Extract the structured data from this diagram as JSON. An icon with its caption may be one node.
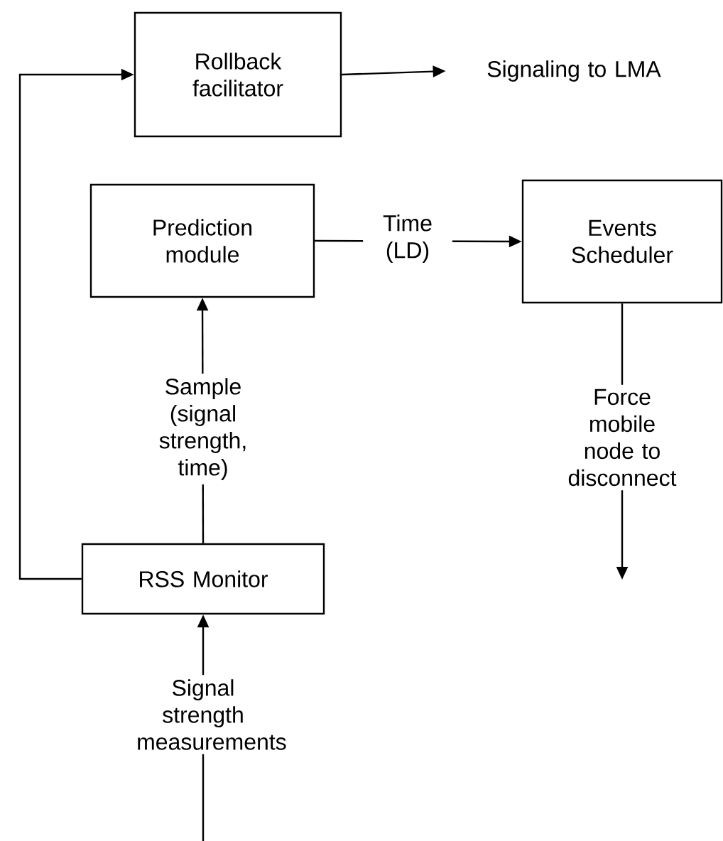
{
  "diagram": {
    "nodes": [
      {
        "text": [
          "Rollback facilitator"
        ]
      },
      {
        "text": [
          "Signaling to LMA"
        ]
      },
      {
        "text": [
          "Prediction module"
        ]
      },
      {
        "text": [
          "Events Scheduler"
        ]
      },
      {
        "text": [
          "RSS Monitor"
        ]
      }
    ],
    "edges": [
      {
        "from": 4,
        "to": 0,
        "arrow": "to"
      },
      {
        "from": 0,
        "to": 1,
        "arrow": "to"
      },
      {
        "from": 2,
        "to": 3,
        "arrow": "to",
        "label": "Time (LD)"
      },
      {
        "from": 4,
        "to": 2,
        "arrow": "to",
        "label": "Sample (signal strength, time)"
      },
      {
        "from": null,
        "to": 4,
        "arrow": "to",
        "label": "Signal strength measurements"
      },
      {
        "from": 3,
        "to": null,
        "arrow": "to",
        "label": "Force mobile node to disconnect"
      }
    ]
  }
}
